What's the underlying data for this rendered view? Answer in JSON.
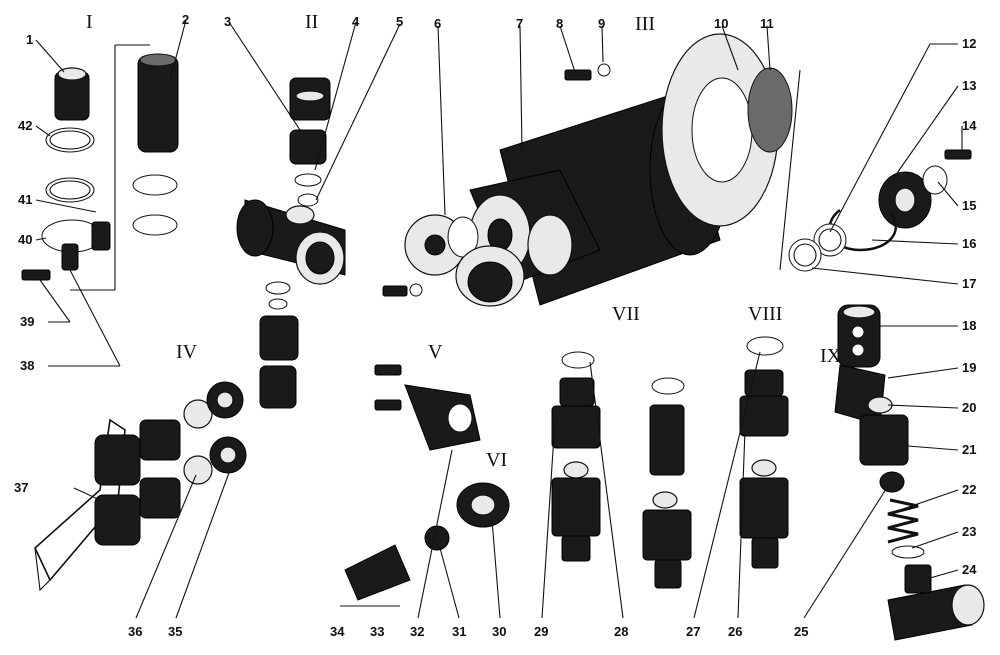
{
  "group_labels": [
    "I",
    "II",
    "III",
    "IV",
    "V",
    "VI",
    "VII",
    "VIII",
    "IX"
  ],
  "part_numbers": [
    "1",
    "2",
    "3",
    "4",
    "5",
    "6",
    "7",
    "8",
    "9",
    "10",
    "11",
    "12",
    "13",
    "14",
    "15",
    "16",
    "17",
    "18",
    "19",
    "20",
    "21",
    "22",
    "23",
    "24",
    "25",
    "26",
    "27",
    "28",
    "29",
    "30",
    "31",
    "32",
    "33",
    "34",
    "35",
    "36",
    "37",
    "38",
    "39",
    "40",
    "41",
    "42"
  ],
  "colors": {
    "ink": "#111111",
    "paper": "#ffffff",
    "shade": "#1a1a1a"
  }
}
